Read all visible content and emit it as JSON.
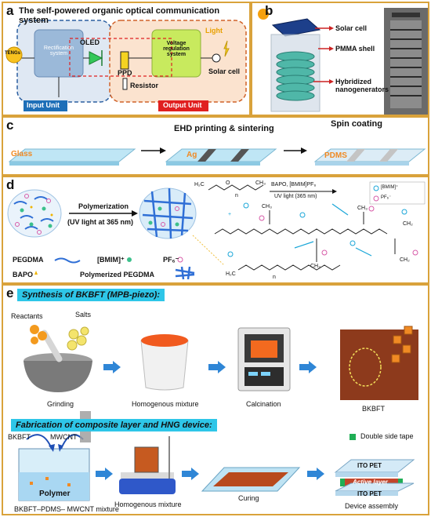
{
  "panel_a": {
    "tag": "a",
    "title": "The self-powered organic optical communication system",
    "tengs": "TENGs",
    "rectification": "Rectification system",
    "oled": "OLED",
    "ppd": "PPD",
    "voltage": "Voltage regulation system",
    "light": "Light",
    "solar": "Solar cell",
    "resistor": "Resistor",
    "input_unit": "Input Unit",
    "output_unit": "Output Unit"
  },
  "panel_b": {
    "tag": "b",
    "solar_cell": "Solar cell",
    "pmma": "PMMA shell",
    "hybridized": "Hybridized nanogenerators"
  },
  "panel_c": {
    "tag": "c",
    "glass": "Glass",
    "step1": "EHD printing & sintering",
    "ag": "Ag",
    "step2": "Spin coating",
    "pdms": "PDMS"
  },
  "panel_d": {
    "tag": "d",
    "polymerization": "Polymerization",
    "uv": "(UV light at 365 nm)",
    "pegdma": "PEGDMA",
    "bmim": "[BMIM]⁺",
    "pf6": "PF₆⁻",
    "bapo": "BAPO",
    "polymerized": "Polymerized PEGDMA",
    "reaction_top": "BAPO, [BMIM]PF₆",
    "reaction_bottom": "UV light (365 nm)",
    "legend_bmim": "[BMIM]⁺",
    "legend_pf6": "PF₆⁻",
    "h2c": "H₂C",
    "ch3": "CH₃",
    "ch2": "CH₂",
    "o": "O",
    "n": "n"
  },
  "panel_e": {
    "tag": "e",
    "synthesis_title": "Synthesis of BKBFT (MPB-piezo):",
    "reactants": "Reactants",
    "salts": "Salts",
    "grinding": "Grinding",
    "homogenous": "Homogenous mixture",
    "calcination": "Calcination",
    "bkbft": "BKBFT",
    "fabrication_title": "Fabrication of composite layer and HNG device:",
    "bkbft_in": "BKBFT",
    "mwcnt": "MWCNT",
    "polymer": "Polymer",
    "mixture_label": "BKBFT–PDMS– MWCNT mixture",
    "homogenous2": "Homogenous mixture",
    "curing": "Curing",
    "tape": "Double side tape",
    "ito_top": "ITO PET",
    "active": "Active layer",
    "ito_bottom": "ITO PET",
    "device": "Device assembly"
  },
  "colors": {
    "frame": "#d9a23b",
    "input_blue": "#1e6fb8",
    "output_red": "#e02020",
    "banner_cyan": "#2ec6e8",
    "arrow_blue": "#2f86d6"
  }
}
